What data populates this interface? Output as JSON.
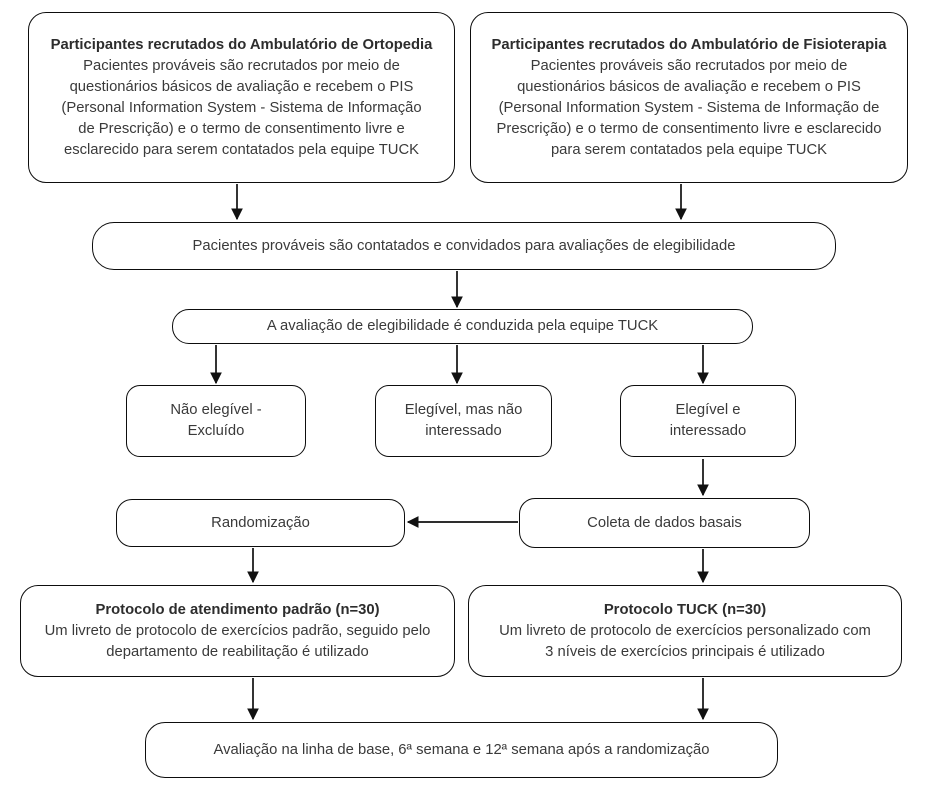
{
  "diagram_type": "flowchart",
  "colors": {
    "box_border": "#0d0d0d",
    "box_fill": "#ffffff",
    "text": "#3a3a3a",
    "arrow": "#111111",
    "background": "#ffffff"
  },
  "nodes": {
    "ortopedia": {
      "title": "Participantes recrutados do Ambulatório de Ortopedia",
      "body": "Pacientes prováveis são recrutados por meio de\nquestionários básicos de avaliação e recebem o PIS\n(Personal Information System - Sistema de Informação\nde Prescrição) e o termo de consentimento livre e\nesclarecido para serem contatados pela equipe TUCK"
    },
    "fisioterapia": {
      "title": "Participantes recrutados do Ambulatório de Fisioterapia",
      "body": "Pacientes prováveis são recrutados por meio de\nquestionários básicos de avaliação e recebem o PIS\n(Personal Information System - Sistema de Informação de\nPrescrição) e o termo de consentimento livre e esclarecido\npara serem contatados pela equipe TUCK"
    },
    "contato": {
      "label": "Pacientes prováveis são contatados e convidados para avaliações de elegibilidade"
    },
    "elegibilidade": {
      "label": "A avaliação de elegibilidade é conduzida pela equipe TUCK"
    },
    "nao_elegivel": {
      "label": "Não elegível -\nExcluído"
    },
    "elegivel_nao_interessado": {
      "label": "Elegível, mas não\ninteressado"
    },
    "elegivel_interessado": {
      "label": "Elegível e\ninteressado"
    },
    "randomizacao": {
      "label": "Randomização"
    },
    "coleta_basal": {
      "label": "Coleta de dados basais"
    },
    "protocolo_padrao": {
      "title": "Protocolo de atendimento padrão (n=30)",
      "body": "Um livreto de protocolo de exercícios padrão, seguido pelo\ndepartamento de reabilitação é utilizado"
    },
    "protocolo_tuck": {
      "title": "Protocolo TUCK (n=30)",
      "body": "Um livreto de protocolo de exercícios personalizado com\n3 níveis de exercícios principais é utilizado"
    },
    "avaliacao_final": {
      "label": "Avaliação na linha de base, 6ª semana e 12ª semana após a randomização"
    }
  },
  "edges": [
    {
      "from": "ortopedia",
      "to": "contato"
    },
    {
      "from": "fisioterapia",
      "to": "contato"
    },
    {
      "from": "contato",
      "to": "elegibilidade"
    },
    {
      "from": "elegibilidade",
      "to": "nao_elegivel"
    },
    {
      "from": "elegibilidade",
      "to": "elegivel_nao_interessado"
    },
    {
      "from": "elegibilidade",
      "to": "elegivel_interessado"
    },
    {
      "from": "elegivel_interessado",
      "to": "coleta_basal"
    },
    {
      "from": "coleta_basal",
      "to": "randomizacao"
    },
    {
      "from": "randomizacao",
      "to": "protocolo_padrao"
    },
    {
      "from": "coleta_basal",
      "to": "protocolo_tuck"
    },
    {
      "from": "protocolo_padrao",
      "to": "avaliacao_final"
    },
    {
      "from": "protocolo_tuck",
      "to": "avaliacao_final"
    }
  ]
}
